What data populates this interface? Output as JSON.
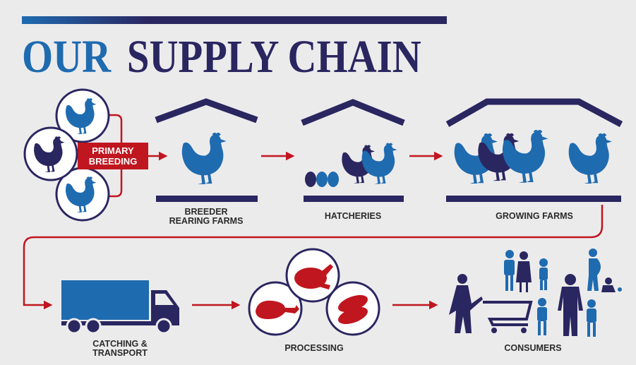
{
  "header": {
    "title_part1": "OUR",
    "title_part2": "SUPPLY CHAIN"
  },
  "stages": {
    "primary_breeding": {
      "line1": "PRIMARY",
      "line2": "BREEDING"
    },
    "breeder_rearing": {
      "line1": "BREEDER",
      "line2": "REARING FARMS"
    },
    "hatcheries": {
      "line1": "HATCHERIES"
    },
    "growing_farms": {
      "line1": "GROWING FARMS"
    },
    "catching_transport": {
      "line1": "CATCHING &",
      "line2": "TRANSPORT"
    },
    "processing": {
      "line1": "PROCESSING"
    },
    "consumers": {
      "line1": "CONSUMERS"
    }
  },
  "colors": {
    "background": "#ecebec",
    "navy": "#2a2660",
    "blue": "#1f6bb0",
    "red": "#c0161f"
  }
}
